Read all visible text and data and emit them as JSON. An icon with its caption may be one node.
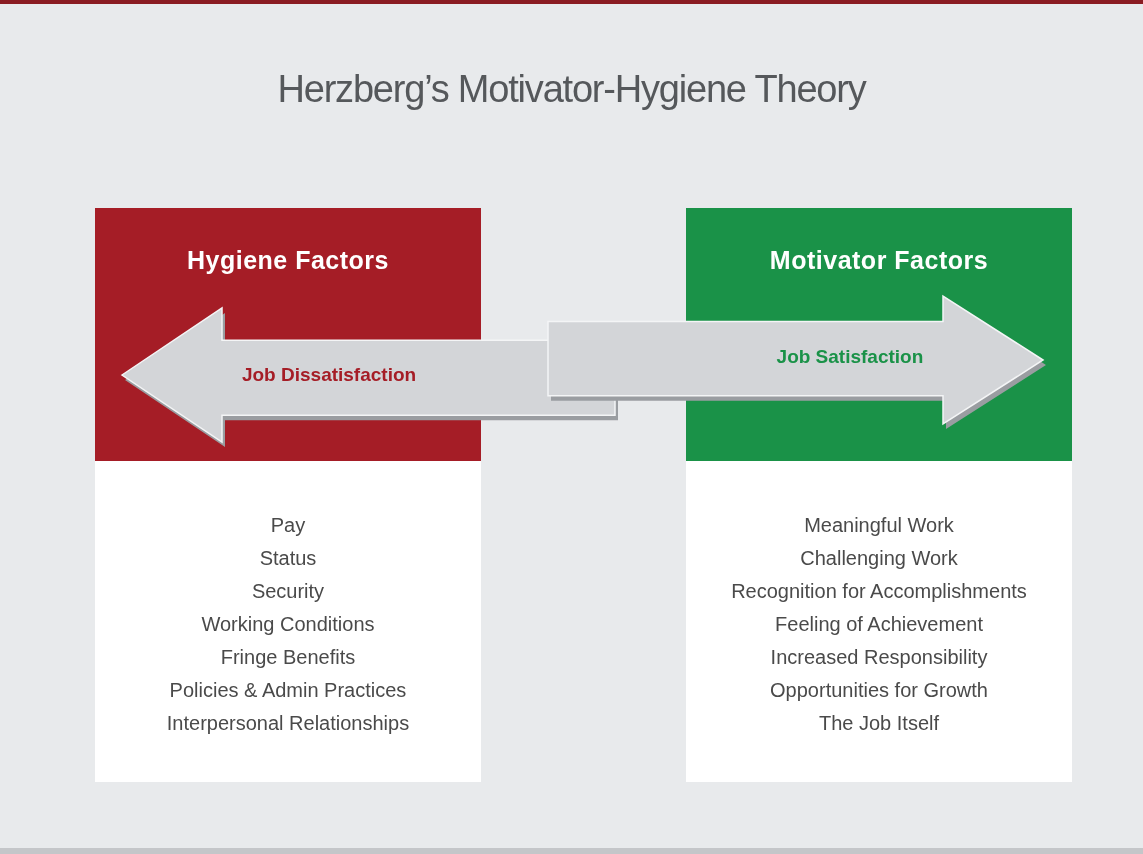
{
  "diagram": {
    "title": "Herzberg’s Motivator-Hygiene Theory",
    "nodes": [
      {
        "text": [
          "Hygiene Factors"
        ]
      },
      {
        "text": [
          "Motivator Factors"
        ]
      },
      {
        "text": [
          "Job Dissatisfaction"
        ]
      },
      {
        "text": [
          "Job Satisfaction"
        ]
      },
      {
        "text": [
          "Pay",
          "Status",
          "Security",
          "Working Conditions",
          "Fringe Benefits",
          "Policies & Admin Practices",
          "Interpersonal Relationships"
        ]
      },
      {
        "text": [
          "Meaningful Work",
          "Challenging Work",
          "Recognition for Accomplishments",
          "Feeling of Achievement",
          "Increased Responsibility",
          "Opportunities for Growth",
          "The Job Itself"
        ]
      }
    ],
    "edges": []
  }
}
